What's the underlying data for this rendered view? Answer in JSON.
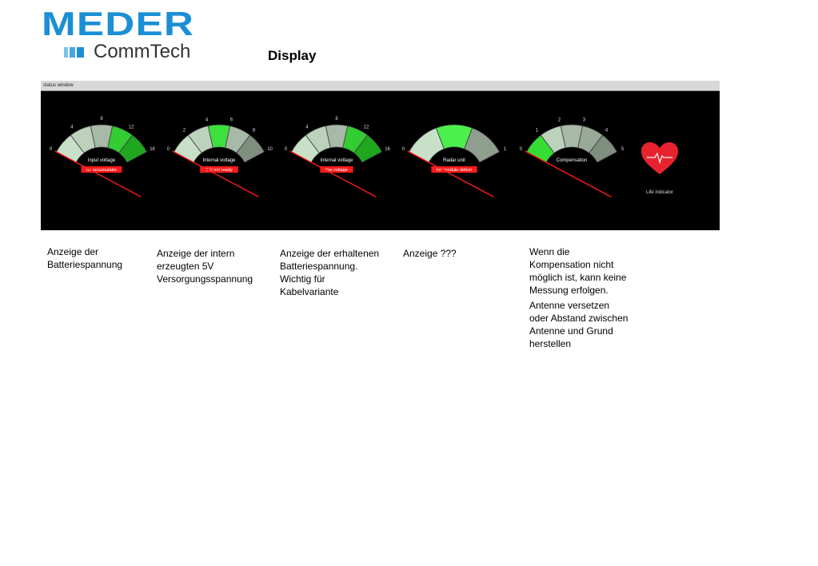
{
  "logo": {
    "brand": "MEDER",
    "sub": "CommTech",
    "colors": {
      "blue": "#1b8fd4",
      "light_blue": "#7cc2ec",
      "text": "#333333"
    }
  },
  "page_title": "Display",
  "status_window": {
    "title": "status window",
    "gauges": [
      {
        "label": "Input voltage",
        "status": "no accumulator",
        "ticks": [
          "0",
          "4",
          "8",
          "12",
          "16"
        ],
        "segment_colors": [
          "#c8e0c8",
          "#bcd2bc",
          "#a8b9a8",
          "#33cc33",
          "#1fa81f"
        ],
        "needle_fraction": 0.0
      },
      {
        "label": "Internal voltage",
        "status": "5 V not ready",
        "ticks": [
          "0",
          "2",
          "4",
          "6",
          "8",
          "10"
        ],
        "segment_colors": [
          "#c8e0c8",
          "#bcd2bc",
          "#3ee03e",
          "#a8b9a8",
          "#7f8f7f"
        ],
        "needle_fraction": 0.0
      },
      {
        "label": "Internal voltage",
        "status": "low voltage",
        "ticks": [
          "0",
          "4",
          "8",
          "12",
          "16"
        ],
        "segment_colors": [
          "#c8e0c8",
          "#bcd2bc",
          "#a8b9a8",
          "#33cc33",
          "#1fa81f"
        ],
        "needle_fraction": 0.0
      },
      {
        "label": "Radar unit",
        "status": "HF module defect",
        "ticks": [
          "0",
          "1"
        ],
        "segment_colors": [
          "#c8e0c8",
          "#4cf04c",
          "#8f9f8f"
        ],
        "needle_fraction": 0.0
      },
      {
        "label": "Compensation",
        "status": "",
        "ticks": [
          "0",
          "1",
          "2",
          "3",
          "4",
          "5"
        ],
        "segment_colors": [
          "#33dd33",
          "#bcd2bc",
          "#a8b9a8",
          "#9aaa9a",
          "#7f8f7f"
        ],
        "needle_fraction": 0.0
      }
    ],
    "life_indicator": {
      "label": "Life indicator",
      "icon": "heart-icon",
      "color": "#e8232f"
    },
    "colors": {
      "needle": "#ff1a1a",
      "status_bg": "#ff1a1a",
      "tick_text": "#dddddd"
    }
  },
  "descriptions": [
    {
      "lines": [
        "Anzeige der",
        "Batteriespannung"
      ]
    },
    {
      "lines": [
        "Anzeige der intern",
        "erzeugten 5V",
        "Versorgungsspannung"
      ]
    },
    {
      "lines": [
        "Anzeige der erhaltenen",
        "Batteriespannung.",
        "Wichtig für",
        "Kabelvariante"
      ]
    },
    {
      "lines": [
        "Anzeige ???"
      ]
    },
    {
      "lines": [
        "Wenn die",
        "Kompensation nicht",
        "möglich ist, kann keine",
        "Messung erfolgen.",
        "Antenne versetzen",
        "oder Abstand zwischen",
        "Antenne und Grund",
        "herstellen"
      ]
    }
  ]
}
